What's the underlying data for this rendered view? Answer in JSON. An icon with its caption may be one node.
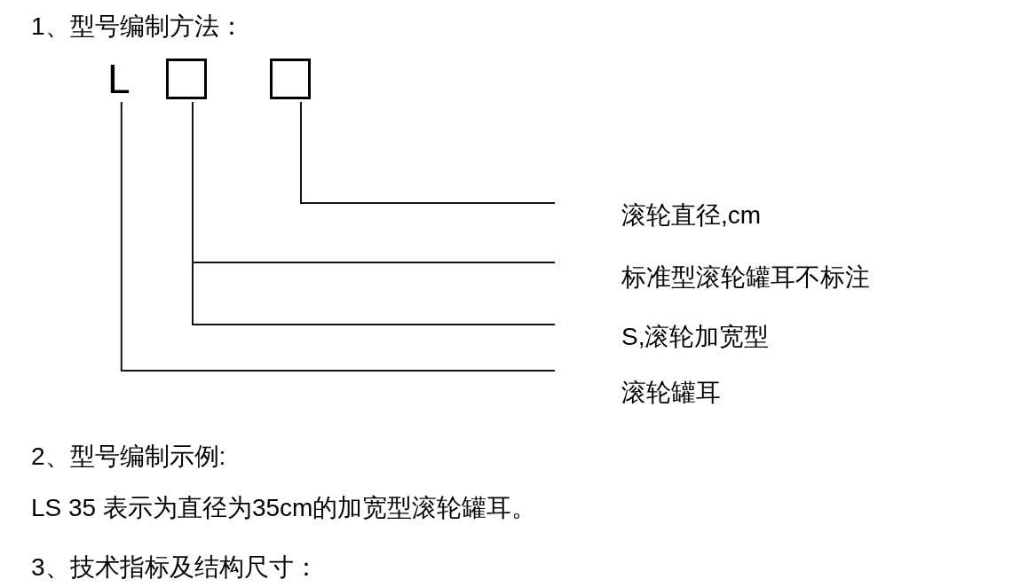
{
  "diagram": {
    "nodes": [
      {
        "text": [
          "L"
        ]
      },
      {
        "text": [],
        "shape": "box"
      },
      {
        "text": [],
        "shape": "box"
      },
      {
        "text": [
          "滚轮直径,cm"
        ]
      },
      {
        "text": [
          "标准型滚轮罐耳不标注"
        ]
      },
      {
        "text": [
          "S,滚轮加宽型"
        ]
      },
      {
        "text": [
          "滚轮罐耳"
        ]
      }
    ],
    "edges": [
      {
        "from": 2,
        "to": 3,
        "arrow": "none"
      },
      {
        "from": 1,
        "to": 4,
        "arrow": "none"
      },
      {
        "from": 1,
        "to": 5,
        "arrow": "none"
      },
      {
        "from": 0,
        "to": 6,
        "arrow": "none"
      }
    ],
    "labels": [
      "1、型号编制方法：",
      "2、型号编制示例:",
      "LS 35 表示为直径为35cm的加宽型滚轮罐耳。",
      "3、技术指标及结构尺寸："
    ]
  }
}
